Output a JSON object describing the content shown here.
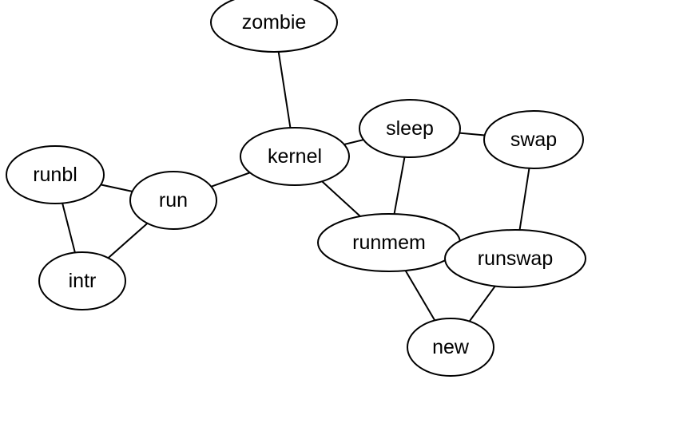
{
  "graph": {
    "nodes": [
      {
        "id": "zombie",
        "label": "zombie"
      },
      {
        "id": "kernel",
        "label": "kernel"
      },
      {
        "id": "sleep",
        "label": "sleep"
      },
      {
        "id": "swap",
        "label": "swap"
      },
      {
        "id": "runbl",
        "label": "runbl"
      },
      {
        "id": "run",
        "label": "run"
      },
      {
        "id": "intr",
        "label": "intr"
      },
      {
        "id": "runmem",
        "label": "runmem"
      },
      {
        "id": "runswap",
        "label": "runswap"
      },
      {
        "id": "new",
        "label": "new"
      }
    ],
    "edges": [
      {
        "source": "zombie",
        "target": "kernel"
      },
      {
        "source": "kernel",
        "target": "sleep"
      },
      {
        "source": "kernel",
        "target": "run"
      },
      {
        "source": "kernel",
        "target": "runmem"
      },
      {
        "source": "sleep",
        "target": "swap"
      },
      {
        "source": "sleep",
        "target": "runmem"
      },
      {
        "source": "swap",
        "target": "runswap"
      },
      {
        "source": "runbl",
        "target": "run"
      },
      {
        "source": "runbl",
        "target": "intr"
      },
      {
        "source": "run",
        "target": "intr"
      },
      {
        "source": "runmem",
        "target": "new"
      },
      {
        "source": "runswap",
        "target": "new"
      }
    ]
  }
}
